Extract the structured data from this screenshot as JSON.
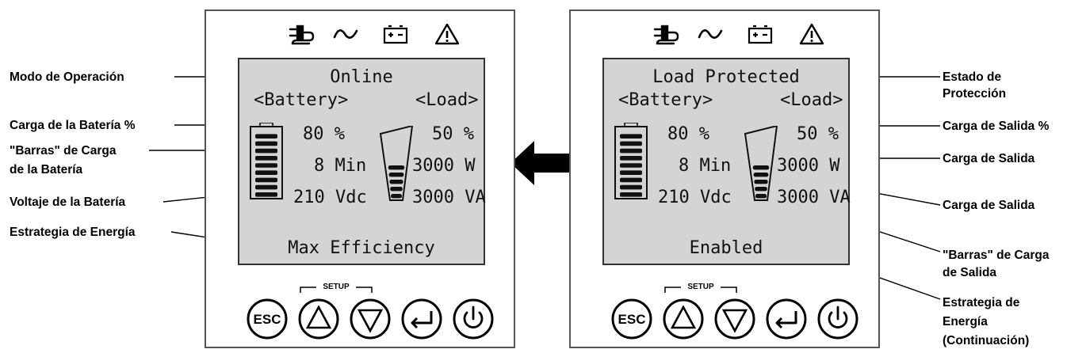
{
  "left_panel": {
    "lcd": {
      "mode": "Online",
      "left_header": "<Battery>",
      "right_header": "<Load>",
      "battery_percent": "80 %",
      "runtime": "8 Min",
      "voltage": "210 Vdc",
      "load_percent": "50 %",
      "watts": "3000 W",
      "va": "3000 VA",
      "footer": "Max Efficiency"
    },
    "setup_label": "SETUP",
    "buttons": {
      "esc": "ESC"
    },
    "battery_bars": 9,
    "load_bars": 5
  },
  "right_panel": {
    "lcd": {
      "mode": "Load Protected",
      "left_header": "<Battery>",
      "right_header": "<Load>",
      "battery_percent": "80 %",
      "runtime": "8 Min",
      "voltage": "210 Vdc",
      "load_percent": "50 %",
      "watts": "3000 W",
      "va": "3000 VA",
      "footer": "Enabled"
    },
    "setup_label": "SETUP",
    "buttons": {
      "esc": "ESC"
    },
    "battery_bars": 9,
    "load_bars": 5
  },
  "icons": [
    "plug-icon",
    "ac-wave-icon",
    "battery-icon",
    "warning-icon",
    "double-arrow-icon",
    "esc-button",
    "up-arrow-icon",
    "down-arrow-icon",
    "enter-icon",
    "power-icon"
  ],
  "left_labels": {
    "mode": "Modo de Operación",
    "battery_charge": "Carga de la Batería %",
    "battery_bars_1": "\"Barras\" de Carga",
    "battery_bars_2": "de la Batería",
    "battery_voltage": "Voltaje de la Batería",
    "energy_strategy": "Estrategia de Energía"
  },
  "right_labels": {
    "protection_1": "Estado de",
    "protection_2": "Protección",
    "output_load_pct": "Carga de Salida %",
    "output_load_w": "Carga de Salida",
    "output_load_va": "Carga de Salida",
    "output_bars_1": "\"Barras\" de Carga",
    "output_bars_2": "de Salida",
    "strategy_cont_1": "Estrategia de",
    "strategy_cont_2": "Energía",
    "strategy_cont_3": "(Continuación)"
  },
  "colors": {
    "lcd_background": "#d4d4d4",
    "frame": "#555555",
    "ink": "#000000"
  }
}
